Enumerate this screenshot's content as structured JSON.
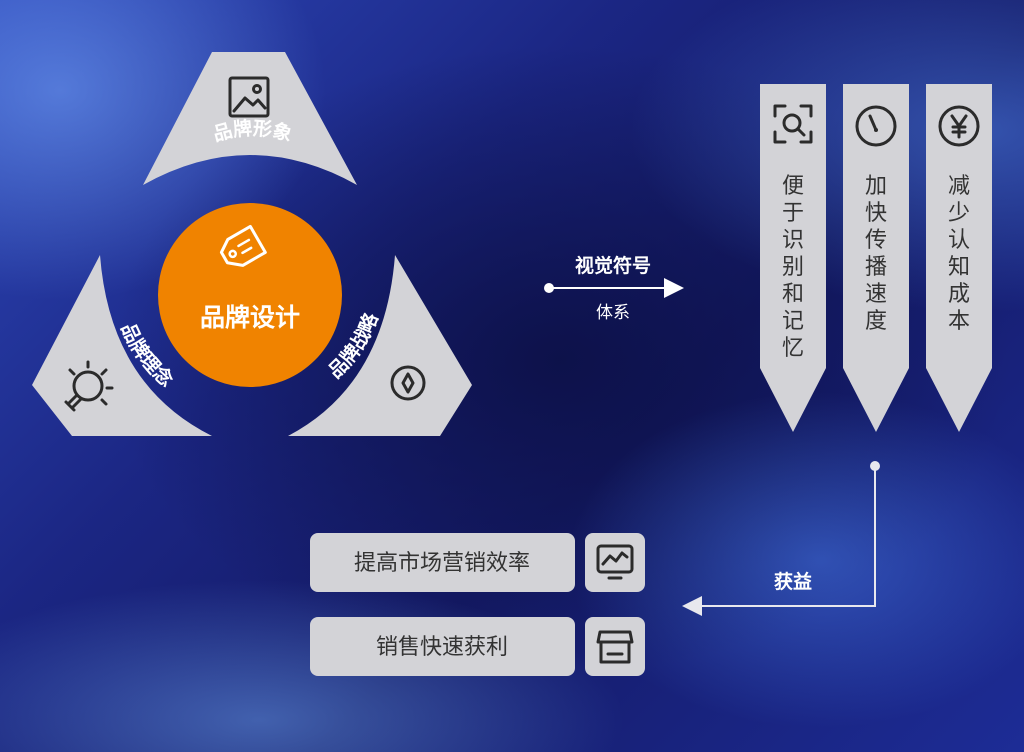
{
  "cluster": {
    "center_label": "品牌设计",
    "center_icon": "tag-icon",
    "segments": [
      {
        "label": "品牌形象",
        "icon": "image-icon"
      },
      {
        "label": "品牌理念",
        "icon": "lightbulb-icon"
      },
      {
        "label": "品牌战略",
        "icon": "compass-icon"
      }
    ]
  },
  "arrow_main": {
    "top_label": "视觉符号",
    "bottom_label": "体系"
  },
  "pillars": [
    {
      "icon": "search-scan-icon",
      "chars": [
        "便",
        "于",
        "识",
        "别",
        "和",
        "记",
        "忆"
      ]
    },
    {
      "icon": "speedometer-icon",
      "chars": [
        "加",
        "快",
        "传",
        "播",
        "速",
        "度"
      ]
    },
    {
      "icon": "yen-icon",
      "chars": [
        "减",
        "少",
        "认",
        "知",
        "成",
        "本"
      ]
    }
  ],
  "benefit": {
    "label": "获益"
  },
  "outcomes": [
    {
      "label": "提高市场营销效率",
      "icon": "chart-monitor-icon"
    },
    {
      "label": "销售快速获利",
      "icon": "storefront-icon"
    }
  ],
  "colors": {
    "accent": "#f08300",
    "card": "#d3d3d7",
    "ring": "#ffffff"
  }
}
